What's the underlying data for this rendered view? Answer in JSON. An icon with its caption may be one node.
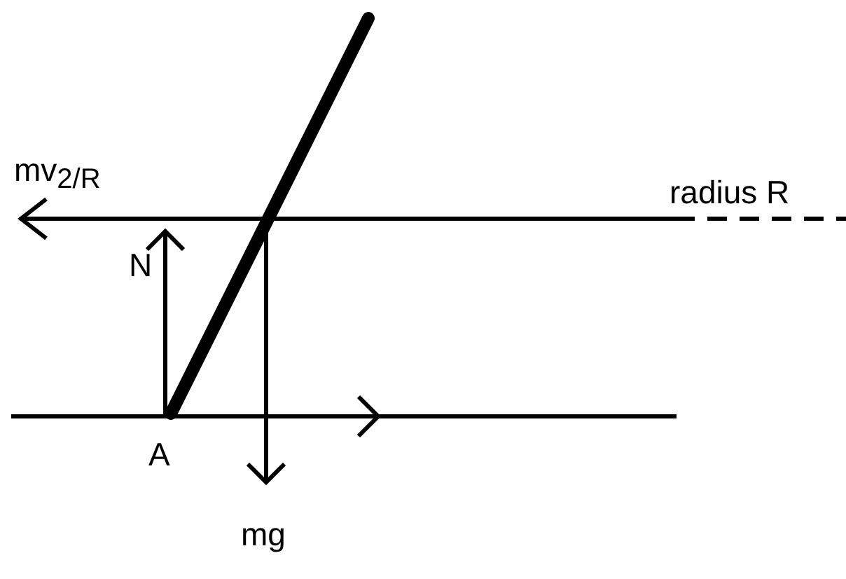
{
  "diagram": {
    "labels": [
      "mv$_{2/R}$",
      "radius R",
      "N",
      "A",
      "mg"
    ]
  }
}
